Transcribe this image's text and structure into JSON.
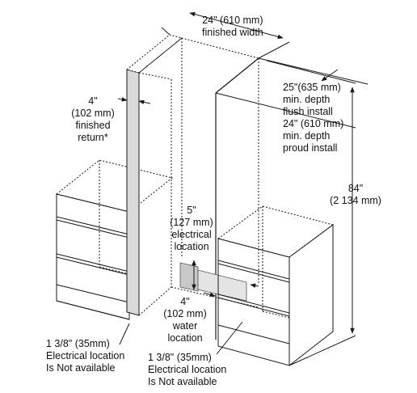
{
  "dimensions": {
    "width": {
      "line1": "24\" (610 mm)",
      "line2": "finished width"
    },
    "depth": {
      "line1": "25\"(635 mm)",
      "line2": "min. depth",
      "line3": "flush install",
      "line4": "24\" (610 mm)",
      "line5": "min. depth",
      "line6": "proud install"
    },
    "height": {
      "line1": "84\"",
      "line2": "(2 134 mm)"
    },
    "return": {
      "line1": "4\"",
      "line2": "(102 mm)",
      "line3": "finished",
      "line4": "return*"
    },
    "electrical": {
      "line1": "5\"",
      "line2": "(127 mm)",
      "line3": "electrical",
      "line4": "location"
    },
    "water": {
      "line1": "4\"",
      "line2": "(102 mm)",
      "line3": "water",
      "line4": "location"
    },
    "left_note": {
      "line1": "1 3/8\" (35mm)",
      "line2": "Electrical location",
      "line3": "Is Not available"
    },
    "right_note": {
      "line1": "1 3/8\" (35mm)",
      "line2": "Electrical location",
      "line3": "Is Not available"
    }
  },
  "colors": {
    "line": "#1a1a1a",
    "shade_panel": "#d9d9d9",
    "shade_box": "#c8c8c8"
  }
}
